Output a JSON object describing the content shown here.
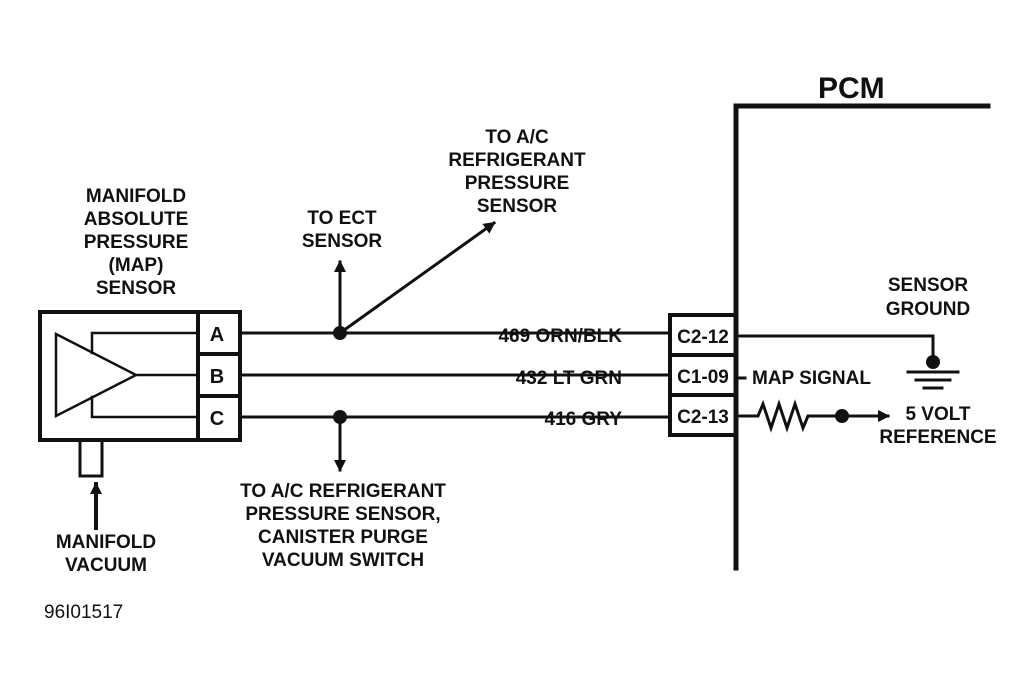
{
  "pcm": {
    "title": "PCM"
  },
  "map_sensor": {
    "label_lines": [
      "MANIFOLD",
      "ABSOLUTE",
      "PRESSURE",
      "(MAP)",
      "SENSOR"
    ],
    "pins": [
      "A",
      "B",
      "C"
    ]
  },
  "vacuum": {
    "label_lines": [
      "MANIFOLD",
      "VACUUM"
    ]
  },
  "ect_branch": {
    "label_lines": [
      "TO ECT",
      "SENSOR"
    ]
  },
  "ac_branch_top": {
    "label_lines": [
      "TO A/C",
      "REFRIGERANT",
      "PRESSURE",
      "SENSOR"
    ]
  },
  "ac_branch_bottom": {
    "label_lines": [
      "TO A/C REFRIGERANT",
      "PRESSURE SENSOR,",
      "CANISTER PURGE",
      "VACUUM SWITCH"
    ]
  },
  "wires": [
    {
      "circuit": "469 ORN/BLK",
      "connector": "C2-12"
    },
    {
      "circuit": "432 LT GRN",
      "connector": "C1-09"
    },
    {
      "circuit": "416 GRY",
      "connector": "C2-13"
    }
  ],
  "sensor_ground": {
    "label_lines": [
      "SENSOR",
      "GROUND"
    ]
  },
  "map_signal": {
    "label": "MAP SIGNAL"
  },
  "reference": {
    "label_lines": [
      "5 VOLT",
      "REFERENCE"
    ]
  },
  "figure_id": "96I01517"
}
